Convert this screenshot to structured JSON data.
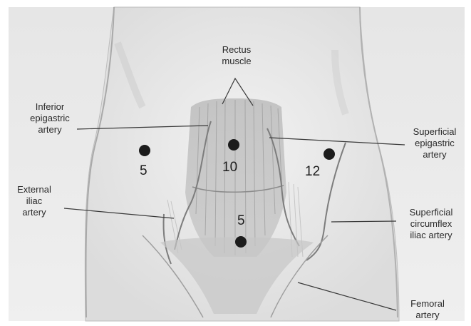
{
  "labels": {
    "rectus_muscle": [
      "Rectus",
      "muscle"
    ],
    "inferior_epigastric": [
      "Inferior",
      "epigastric",
      "artery"
    ],
    "external_iliac": [
      "External",
      "iliac",
      "artery"
    ],
    "superficial_epigastric": [
      "Superficial",
      "epigastric",
      "artery"
    ],
    "superficial_circumflex": [
      "Superficial",
      "circumflex",
      "iliac artery"
    ],
    "femoral": [
      "Femoral",
      "artery"
    ]
  },
  "points": {
    "right_lateral": "5",
    "umbilical": "10",
    "left_lateral": "12",
    "suprapubic": "5"
  }
}
